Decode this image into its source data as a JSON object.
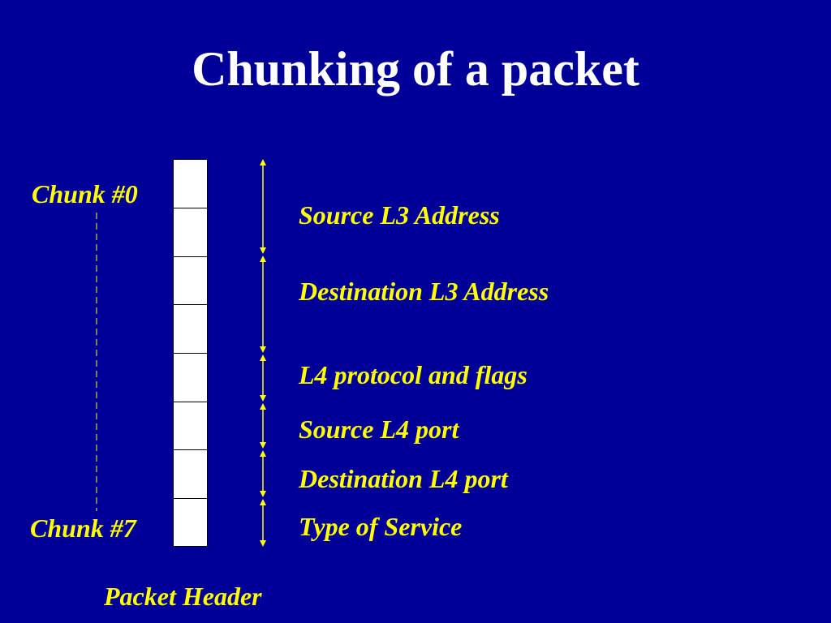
{
  "title": "Chunking of a packet",
  "chunk_first_label": "Chunk #0",
  "chunk_last_label": "Chunk #7",
  "chunk_count": 8,
  "fields": [
    {
      "label": "Source L3 Address"
    },
    {
      "label": "Destination L3 Address"
    },
    {
      "label": "L4 protocol and flags"
    },
    {
      "label": "Source L4 port"
    },
    {
      "label": "Destination L4 port"
    },
    {
      "label": "Type of Service"
    }
  ],
  "footer_label": "Packet Header",
  "colors": {
    "background": "#000099",
    "title": "#ffffff",
    "labels": "#ffff00",
    "cells": "#ffffff"
  }
}
